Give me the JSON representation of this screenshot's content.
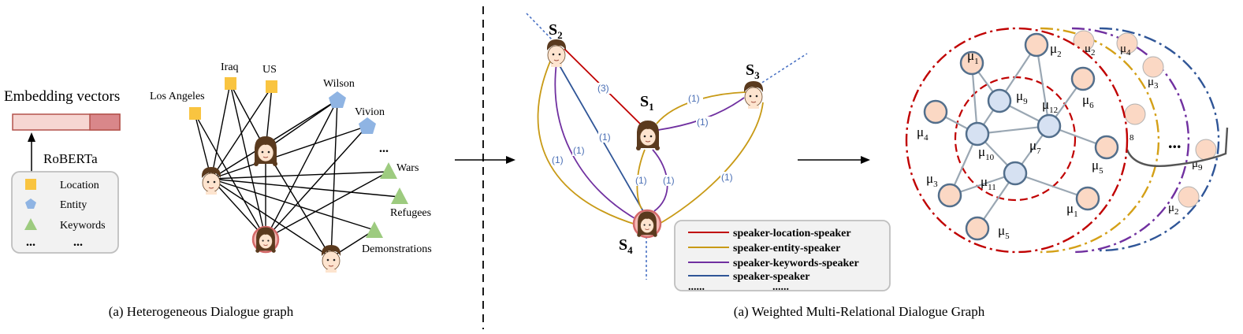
{
  "left_panel": {
    "embedding_label": "Embedding vectors",
    "encoder_label": "RoBERTa",
    "legend": {
      "location": "Location",
      "entity": "Entity",
      "keywords": "Keywords",
      "more_left": "...",
      "more_right": "..."
    },
    "nodes": {
      "los_angeles": "Los Angeles",
      "iraq": "Iraq",
      "us": "US",
      "wilson": "Wilson",
      "vivion": "Vivion",
      "ellipsis": "...",
      "wars": "Wars",
      "refugees": "Refugees",
      "demonstrations": "Demonstrations"
    },
    "caption": "(a) Heterogeneous Dialogue graph"
  },
  "middle_panel": {
    "speakers": {
      "s1": "S",
      "s2": "S",
      "s3": "S",
      "s4": "S"
    },
    "speaker_subscripts": {
      "s1": "1",
      "s2": "2",
      "s3": "3",
      "s4": "4"
    },
    "edge_weights": {
      "w_s2_s1": "(3)",
      "w_s1_s3_top": "(1)",
      "w_s1_s3_bottom": "(1)",
      "w_s2_s4_outer": "(1)",
      "w_s2_s4_purple": "(1)",
      "w_s2_s4_blue": "(1)",
      "w_s1_s4_left": "(1)",
      "w_s1_s4_right": "(1)",
      "w_s3_s4": "(1)"
    },
    "legend": {
      "location_rel": "speaker-location-speaker",
      "entity_rel": "speaker-entity-speaker",
      "keywords_rel": "speaker-keywords-speaker",
      "speaker_rel": "speaker-speaker",
      "more_left": "......",
      "more_right": "......"
    },
    "caption": "(a) Weighted Multi-Relational Dialogue Graph"
  },
  "right_panel": {
    "mu_symbol": "μ",
    "node_subscripts": {
      "n_top": "2",
      "n_top_left": "1",
      "n_inner_top": "9",
      "n_right_top": "6",
      "n_center_right": "12",
      "n_left": "4",
      "n_center_left": "10",
      "n_center": "7",
      "n_right": "5",
      "n_center_bottom": "11",
      "n_bottom_left": "3",
      "n_bottom_right": "1",
      "n_bottom": "5"
    },
    "back_layer_subscripts": {
      "b1": "2",
      "b2": "4",
      "b3": "3",
      "b4": "8",
      "b5": "9",
      "b6": "2"
    },
    "ellipsis": "..."
  },
  "colors": {
    "location": "#f9c440",
    "entity": "#8fb4e3",
    "keywords": "#9dcb7f",
    "rel_location": "#c00000",
    "rel_entity": "#c89a16",
    "rel_keywords": "#7030a0",
    "rel_speaker": "#2f5597",
    "weight_text": "#4a6fb5",
    "node_fill_outer": "#fbd8c4",
    "node_fill_inner": "#d6e1f2",
    "node_stroke": "#536f8c",
    "ring_red": "#c00000",
    "ring_gold": "#d4a017",
    "ring_purple": "#7030a0",
    "ring_blue": "#2f5597"
  },
  "icons": {
    "speaker_male": "boy-face-icon",
    "speaker_female": "girl-face-icon",
    "location": "square-icon",
    "entity": "pentagon-icon",
    "keywords": "triangle-icon"
  }
}
